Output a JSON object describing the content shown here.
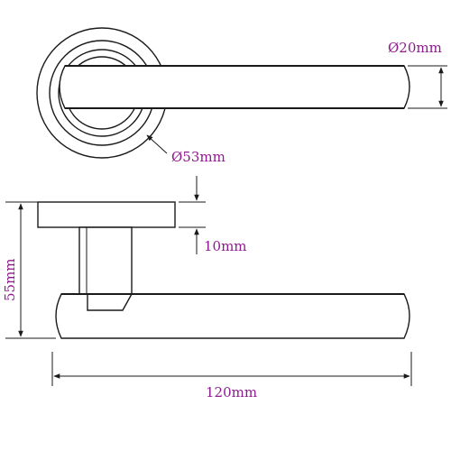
{
  "drawing": {
    "line_color": "#1a1a1a",
    "label_color": "#8e1a8e",
    "labels": {
      "lever_diameter": "Ø20mm",
      "rose_diameter": "Ø53mm",
      "rose_thickness": "10mm",
      "projection": "55mm",
      "lever_length": "120mm"
    }
  }
}
